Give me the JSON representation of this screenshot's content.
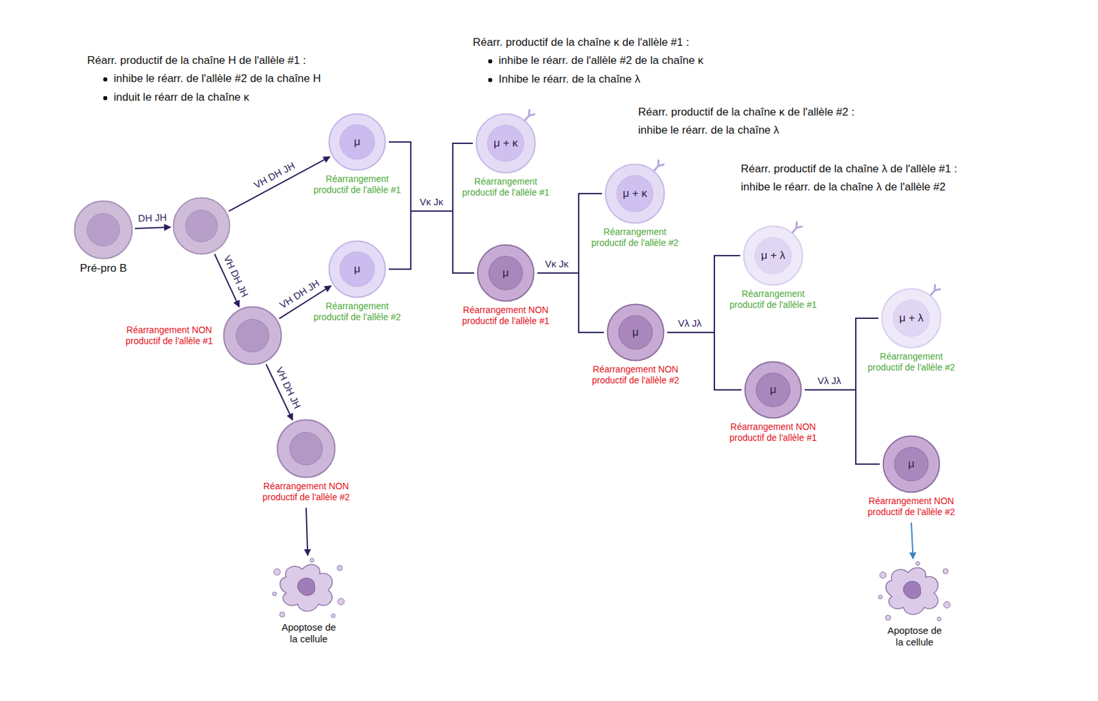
{
  "diagram": {
    "nodes": [
      {
        "text": [
          "Pré-pro B"
        ]
      },
      {
        "text": []
      },
      {
        "text": [
          "μ",
          "Réarrangement productif de l'allèle #1"
        ]
      },
      {
        "text": [
          "μ",
          "Réarrangement productif de l'allèle #2"
        ]
      },
      {
        "text": [
          "Réarrangement NON productif de l'allèle #1"
        ]
      },
      {
        "text": [
          "Réarrangement NON productif de l'allèle #2"
        ]
      },
      {
        "text": [
          "Apoptose de la cellule"
        ]
      },
      {
        "text": [
          "μ + κ",
          "Réarrangement productif de l'allèle #1"
        ]
      },
      {
        "text": [
          "μ",
          "Réarrangement NON productif de l'allèle #1"
        ]
      },
      {
        "text": [
          "μ + κ",
          "Réarrangement productif de l'allèle #2"
        ]
      },
      {
        "text": [
          "μ",
          "Réarrangement NON productif de l'allèle #2"
        ]
      },
      {
        "text": [
          "μ + λ",
          "Réarrangement productif de l'allèle #1"
        ]
      },
      {
        "text": [
          "μ",
          "Réarrangement NON productif de l'allèle #1"
        ]
      },
      {
        "text": [
          "μ + λ",
          "Réarrangement productif de l'allèle #2"
        ]
      },
      {
        "text": [
          "μ",
          "Réarrangement NON productif de l'allèle #2"
        ]
      },
      {
        "text": [
          "Apoptose de la cellule"
        ]
      }
    ],
    "edges": [
      {
        "from": 0,
        "to": 1,
        "label": "DH JH",
        "arrow": "to"
      },
      {
        "from": 1,
        "to": 2,
        "label": "VH DH JH",
        "arrow": "to"
      },
      {
        "from": 1,
        "to": 4,
        "label": "VH DH JH",
        "arrow": "to"
      },
      {
        "from": 4,
        "to": 3,
        "label": "VH DH JH",
        "arrow": "to"
      },
      {
        "from": 4,
        "to": 5,
        "label": "VH DH JH",
        "arrow": "to"
      },
      {
        "from": 5,
        "to": 6,
        "arrow": "to"
      },
      {
        "from": 2,
        "to": 7,
        "label": "Vκ Jκ",
        "arrow": "none"
      },
      {
        "from": 2,
        "to": 8,
        "arrow": "none"
      },
      {
        "from": 3,
        "to": 7,
        "arrow": "none"
      },
      {
        "from": 3,
        "to": 8,
        "arrow": "none"
      },
      {
        "from": 8,
        "to": 9,
        "label": "Vκ Jκ",
        "arrow": "none"
      },
      {
        "from": 8,
        "to": 10,
        "arrow": "none"
      },
      {
        "from": 10,
        "to": 11,
        "label": "Vλ Jλ",
        "arrow": "none"
      },
      {
        "from": 10,
        "to": 12,
        "arrow": "none"
      },
      {
        "from": 12,
        "to": 13,
        "label": "Vλ Jλ",
        "arrow": "none"
      },
      {
        "from": 12,
        "to": 14,
        "arrow": "none"
      },
      {
        "from": 14,
        "to": 15,
        "arrow": "to"
      }
    ],
    "labels": [
      "Réarr. productif de la chaîne H de l'allèle #1 :",
      "inhibe le réarr. de l'allèle #2 de la chaîne H",
      "induit le réarr de la chaîne κ",
      "Réarr. productif de la chaîne κ de l'allèle #1 :",
      "inhibe le réarr. de l'allèle #2 de la chaîne κ",
      "Inhibe le réarr. de la chaîne λ",
      "Réarr. productif de la chaîne κ de l'allèle #2 :",
      "inhibe le réarr. de la chaîne λ",
      "Réarr. productif de la chaîne λ de l'allèle #1 :",
      "inhibe le réarr. de la chaîne λ de l'allèle #2"
    ]
  }
}
